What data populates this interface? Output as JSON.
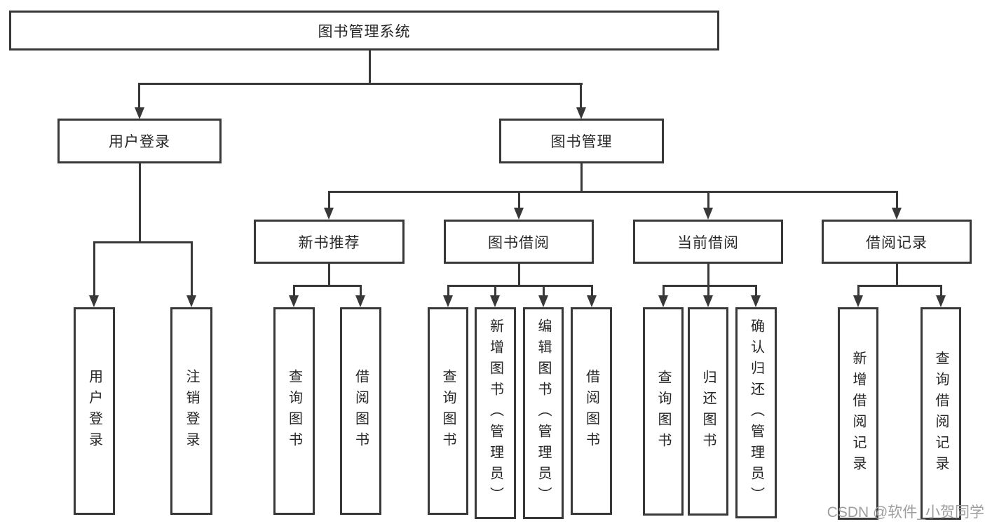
{
  "colors": {
    "line": "#383838",
    "text": "#262626",
    "watermark": "#9e9e9e",
    "bg": "#ffffff"
  },
  "watermark": "CSDN @软件_小贺同学",
  "tree": {
    "root": "图书管理系统",
    "user_login": {
      "label": "用户登录",
      "login": "用户登录",
      "logout": "注销登录"
    },
    "book_mgmt": {
      "label": "图书管理",
      "new_book": {
        "label": "新书推荐",
        "query": "查询图书",
        "borrow": "借阅图书"
      },
      "book_borrow": {
        "label": "图书借阅",
        "query": "查询图书",
        "add_admin": "新增图书（管理员）",
        "edit_admin": "编辑图书（管理员）",
        "borrow": "借阅图书"
      },
      "current_borrow": {
        "label": "当前借阅",
        "query": "查询图书",
        "return": "归还图书",
        "confirm_admin": "确认归还（管理员）"
      },
      "borrow_records": {
        "label": "借阅记录",
        "add": "新增借阅记录",
        "query": "查询借阅记录"
      }
    }
  }
}
